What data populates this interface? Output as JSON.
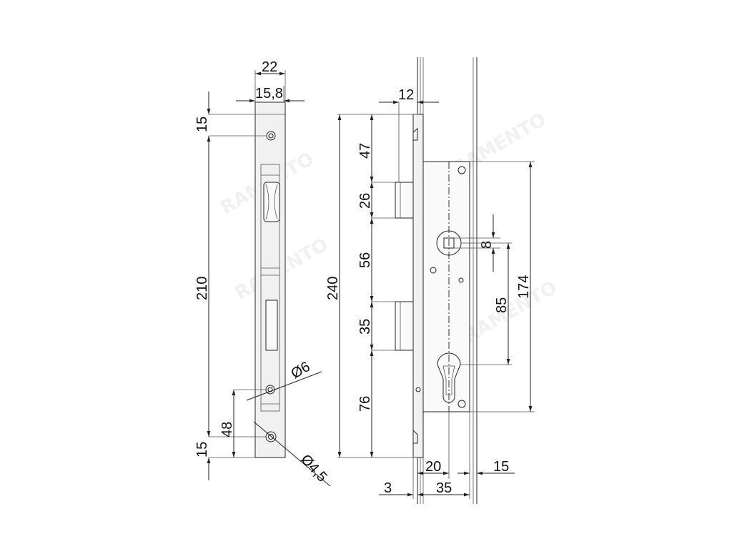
{
  "diagram": {
    "front_view": {
      "width_labels": [
        "22",
        "15,8"
      ],
      "height_labels": [
        "15",
        "210",
        "15",
        "48"
      ],
      "diameter_labels": [
        "Ø6",
        "Ø4,5"
      ]
    },
    "side_view": {
      "top_label": "12",
      "segment_labels": [
        "47",
        "26",
        "56",
        "35",
        "76"
      ],
      "total_label": "240",
      "right_labels": [
        "8",
        "85",
        "174"
      ],
      "bottom_labels": [
        "20",
        "15",
        "3",
        "35"
      ]
    }
  }
}
